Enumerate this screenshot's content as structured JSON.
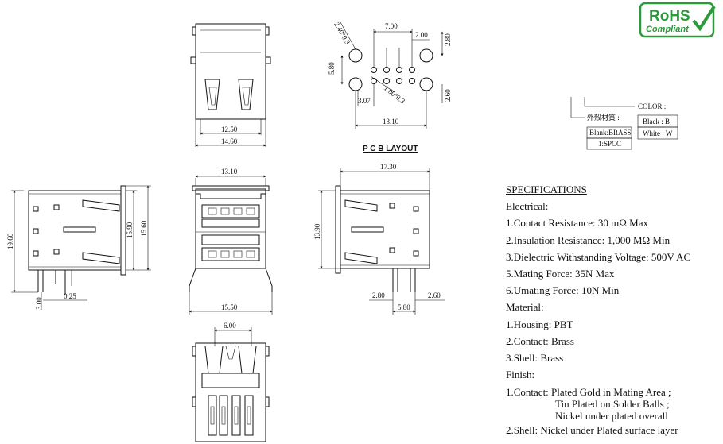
{
  "rohs": {
    "line1": "RoHS",
    "line2": "Compliant",
    "color": "#2a9a3a"
  },
  "pcb_layout": {
    "title": "P C B  LAYOUT",
    "dims": {
      "d700": "7.00",
      "d200": "2.00",
      "d280": "2.80",
      "d580": "5.80",
      "d240": "2.40°0.3",
      "d307": "3.07",
      "d100": "1.00°0.3",
      "d260": "2.60",
      "d1310": "13.10"
    }
  },
  "top_view": {
    "d1250": "12.50",
    "d1460": "14.60"
  },
  "front_view": {
    "d1310": "13.10",
    "d1550": "15.50"
  },
  "side_view": {
    "d1960": "19.60",
    "d1590": "15.90",
    "d1560": "15.60",
    "d300": "3.00",
    "d025": "0.25"
  },
  "right_view": {
    "d1730": "17.30",
    "d1390": "13.90",
    "d280": "2.80",
    "d260": "2.60",
    "d580": "5.80"
  },
  "bottom_view": {
    "d600": "6.00"
  },
  "order_code": {
    "color_label": "COLOR :",
    "shell_label": "外殼材質 :",
    "black": "Black : B",
    "white": "White : W",
    "brass": "Blank:BRASS",
    "spcc": "1:SPCC"
  },
  "specifications": {
    "title": "SPECIFICATIONS",
    "electrical": "Electrical:",
    "e1": "1.Contact Resistance: 30 mΩ Max",
    "e2": "2.Insulation Resistance: 1,000 MΩ Min",
    "e3": "3.Dielectric Withstanding Voltage: 500V AC",
    "e5": "5.Mating Force: 35N Max",
    "e6": "6.Umating Force: 10N Min",
    "material": "Material:",
    "m1": "1.Housing: PBT",
    "m2": "2.Contact: Brass",
    "m3": "3.Shell: Brass",
    "finish": "Finish:",
    "f1a": "1.Contact: Plated Gold in Mating Area ;",
    "f1b": "Tin Plated on Solder Balls ;",
    "f1c": "Nickel under plated overall",
    "f2": "2.Shell: Nickel under Plated surface layer"
  }
}
